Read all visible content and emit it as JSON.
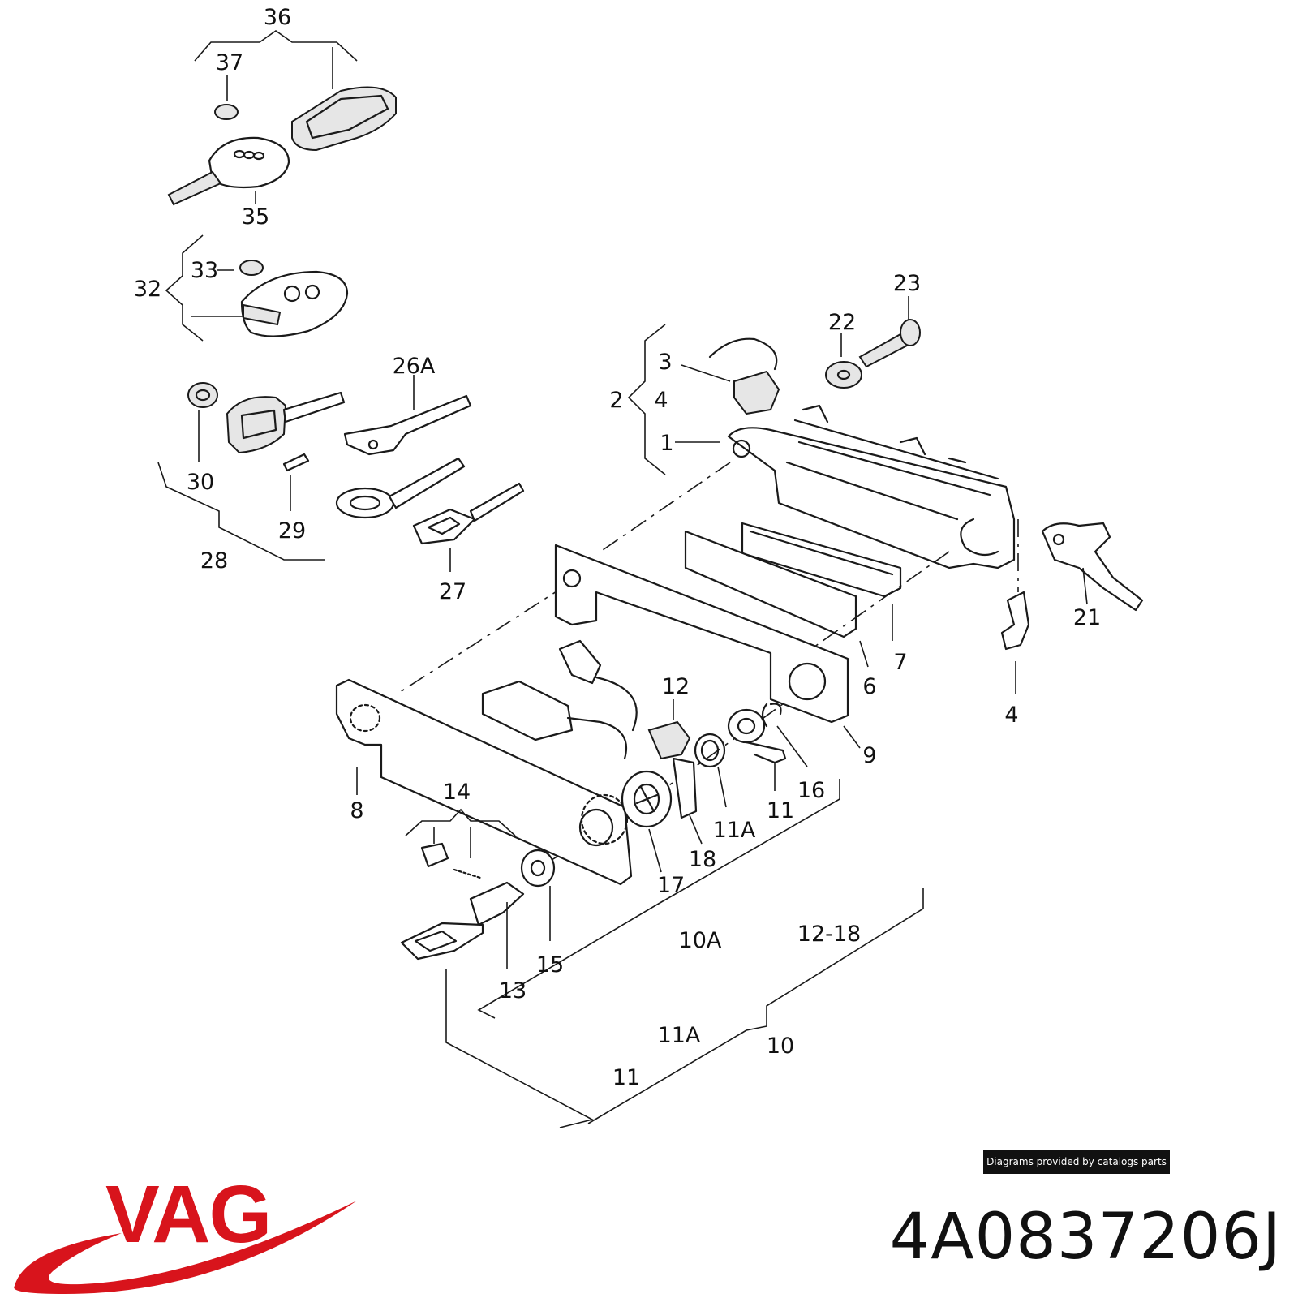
{
  "diagram": {
    "callouts": [
      {
        "id": "36",
        "label": "36"
      },
      {
        "id": "37",
        "label": "37"
      },
      {
        "id": "35",
        "label": "35"
      },
      {
        "id": "33",
        "label": "33"
      },
      {
        "id": "32",
        "label": "32"
      },
      {
        "id": "26A",
        "label": "26A"
      },
      {
        "id": "30",
        "label": "30"
      },
      {
        "id": "29",
        "label": "29"
      },
      {
        "id": "28",
        "label": "28"
      },
      {
        "id": "27",
        "label": "27"
      },
      {
        "id": "23",
        "label": "23"
      },
      {
        "id": "22",
        "label": "22"
      },
      {
        "id": "3",
        "label": "3"
      },
      {
        "id": "2",
        "label": "2"
      },
      {
        "id": "4a",
        "label": "4"
      },
      {
        "id": "1",
        "label": "1"
      },
      {
        "id": "21",
        "label": "21"
      },
      {
        "id": "7",
        "label": "7"
      },
      {
        "id": "6",
        "label": "6"
      },
      {
        "id": "4b",
        "label": "4"
      },
      {
        "id": "9",
        "label": "9"
      },
      {
        "id": "12",
        "label": "12"
      },
      {
        "id": "16",
        "label": "16"
      },
      {
        "id": "11a",
        "label": "11"
      },
      {
        "id": "11Aa",
        "label": "11A"
      },
      {
        "id": "8",
        "label": "8"
      },
      {
        "id": "14",
        "label": "14"
      },
      {
        "id": "18",
        "label": "18"
      },
      {
        "id": "17",
        "label": "17"
      },
      {
        "id": "10A",
        "label": "10A"
      },
      {
        "id": "12-18",
        "label": "12-18"
      },
      {
        "id": "15",
        "label": "15"
      },
      {
        "id": "13",
        "label": "13"
      },
      {
        "id": "11Ab",
        "label": "11A"
      },
      {
        "id": "10",
        "label": "10"
      },
      {
        "id": "11b",
        "label": "11"
      }
    ]
  },
  "credit": "Diagrams provided by catalogs parts",
  "brand": {
    "name": "VAG",
    "color": "#d8141c"
  },
  "part_number": "4A0837206J"
}
